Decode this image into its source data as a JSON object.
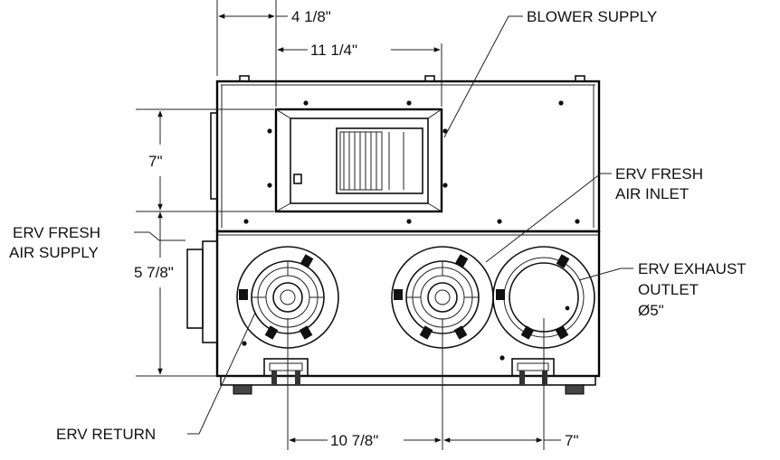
{
  "dimensions": {
    "top_offset": "4 1/8\"",
    "top_width": "11 1/4\"",
    "left_height": "7\"",
    "left_lower": "5 7/8\"",
    "bottom_left": "10 7/8\"",
    "bottom_right": "7\""
  },
  "callouts": {
    "blower_supply": "BLOWER SUPPLY",
    "erv_fresh_inlet_1": "ERV FRESH",
    "erv_fresh_inlet_2": "AIR INLET",
    "erv_fresh_supply_1": "ERV FRESH",
    "erv_fresh_supply_2": "AIR SUPPLY",
    "erv_exhaust_1": "ERV EXHAUST",
    "erv_exhaust_2": "OUTLET",
    "erv_exhaust_3": "Ø5\"",
    "erv_return": "ERV RETURN"
  }
}
